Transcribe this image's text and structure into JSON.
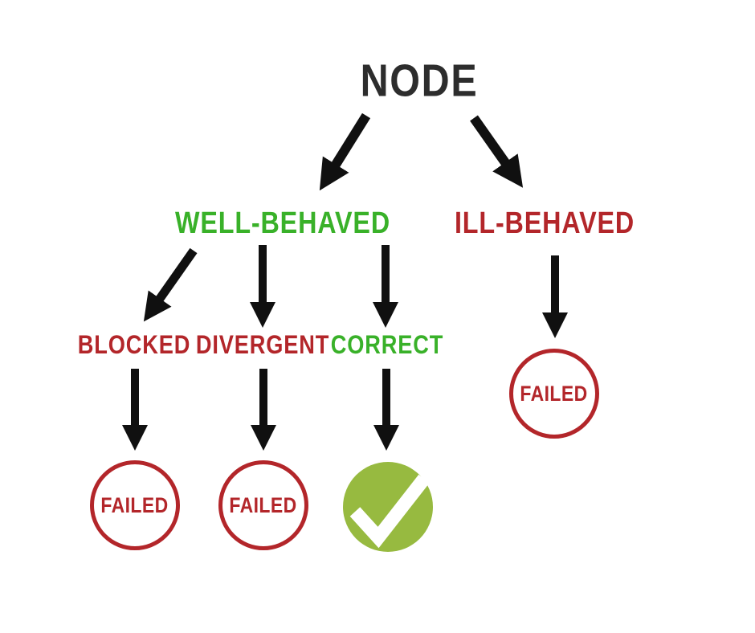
{
  "colors": {
    "background": "#ffffff",
    "node_text": "#2d2d2d",
    "green": "#39b129",
    "red": "#b3262a",
    "arrow": "#101010",
    "success_green": "#97ba40",
    "check_mark": "#ffffff",
    "failed_circle_border": "#b3262a"
  },
  "icons": {
    "checkmark_icon": "✔"
  },
  "tree": {
    "root": {
      "label": "NODE"
    },
    "branches": [
      {
        "label": "WELL-BEHAVED",
        "color": "#39b129",
        "children": [
          {
            "label": "BLOCKED",
            "color": "#b3262a",
            "outcome": "FAILED"
          },
          {
            "label": "DIVERGENT",
            "color": "#b3262a",
            "outcome": "FAILED"
          },
          {
            "label": "CORRECT",
            "color": "#39b129",
            "outcome": "SUCCESS",
            "outcome_icon": "checkmark_icon"
          }
        ]
      },
      {
        "label": "ILL-BEHAVED",
        "color": "#b3262a",
        "outcome": "FAILED"
      }
    ]
  }
}
